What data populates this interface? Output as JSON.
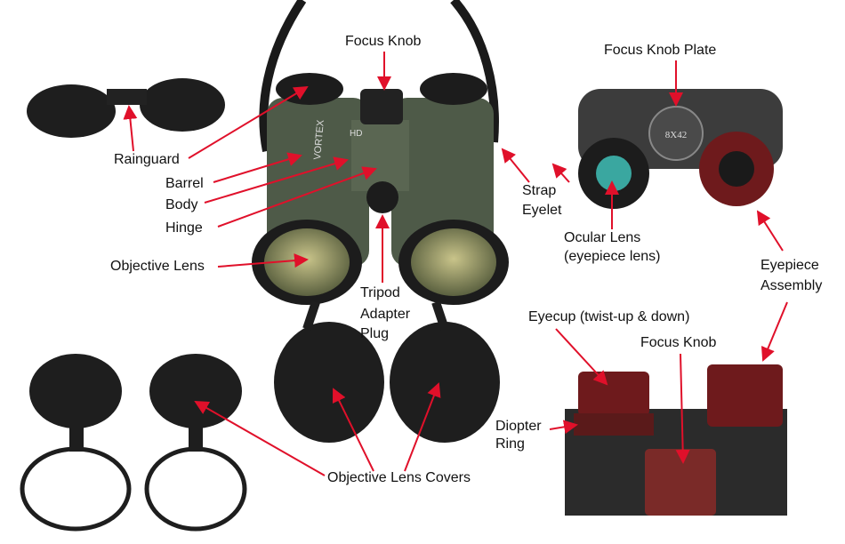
{
  "labels": {
    "focus_knob_top": "Focus Knob",
    "rainguard": "Rainguard",
    "barrel": "Barrel",
    "body": "Body",
    "hinge": "Hinge",
    "objective_lens": "Objective Lens",
    "tripod_1": "Tripod",
    "tripod_2": "Adapter",
    "tripod_3": "Plug",
    "strap_1": "Strap",
    "strap_2": "Eyelet",
    "focus_knob_plate": "Focus Knob Plate",
    "ocular_1": "Ocular Lens",
    "ocular_2": "(eyepiece lens)",
    "eyepiece_1": "Eyepiece",
    "eyepiece_2": "Assembly",
    "eyecup": "Eyecup (twist-up & down)",
    "focus_knob_bottom": "Focus Knob",
    "diopter_1": "Diopter",
    "diopter_2": "Ring",
    "objective_covers": "Objective Lens Covers"
  },
  "product_text": {
    "brand": "VORTEX",
    "model": "HD",
    "plate": "8X42"
  },
  "colors": {
    "arrow": "#e0102a",
    "body": "#4e5a48",
    "rubber": "#1c1c1c",
    "eyecup": "#6e1a1c"
  }
}
